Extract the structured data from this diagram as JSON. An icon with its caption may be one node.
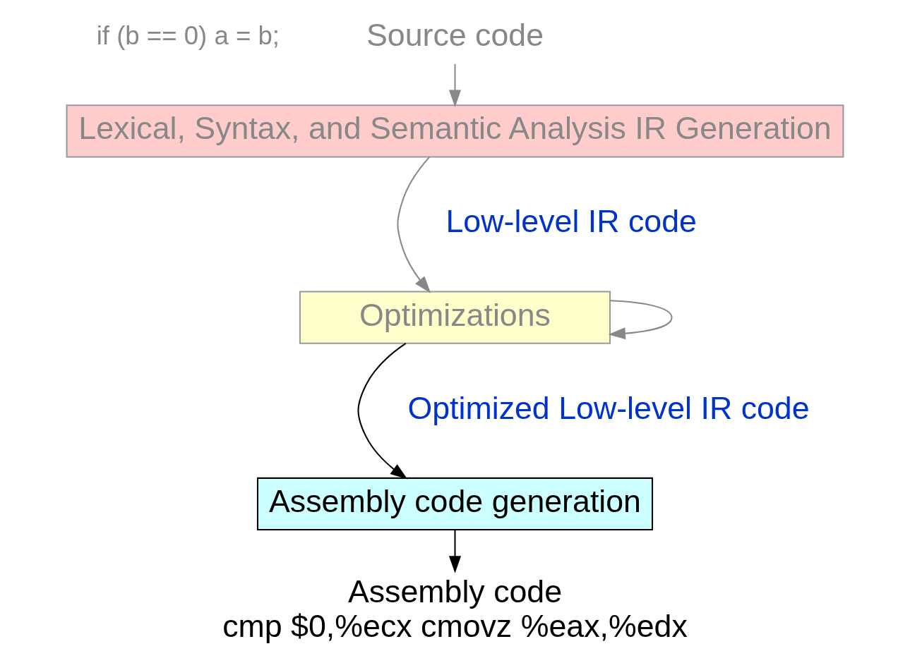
{
  "diagram": {
    "nodes": [
      {
        "text": [
          "Source code"
        ],
        "beside": [
          "if (b == 0) a = b;"
        ]
      },
      {
        "text": [
          "Lexical, Syntax, and Semantic Analysis IR Generation"
        ]
      },
      {
        "text": [
          "Optimizations"
        ]
      },
      {
        "text": [
          "Assembly code generation"
        ]
      },
      {
        "text": [
          "Assembly code",
          "cmp $0,%ecx cmovz %eax,%edx"
        ]
      }
    ],
    "edges": [
      {
        "from": 0,
        "to": 1,
        "arrow": "to",
        "color": "#888888"
      },
      {
        "from": 1,
        "to": 2,
        "arrow": "to",
        "color": "#888888"
      },
      {
        "from": 2,
        "to": 2,
        "arrow": "to",
        "color": "#888888"
      },
      {
        "from": 2,
        "to": 3,
        "arrow": "to",
        "color": "#000000"
      },
      {
        "from": 3,
        "to": 4,
        "arrow": "to",
        "color": "#000000"
      }
    ],
    "labels": [
      "Low-level IR code",
      "Optimized Low-level IR code"
    ]
  }
}
